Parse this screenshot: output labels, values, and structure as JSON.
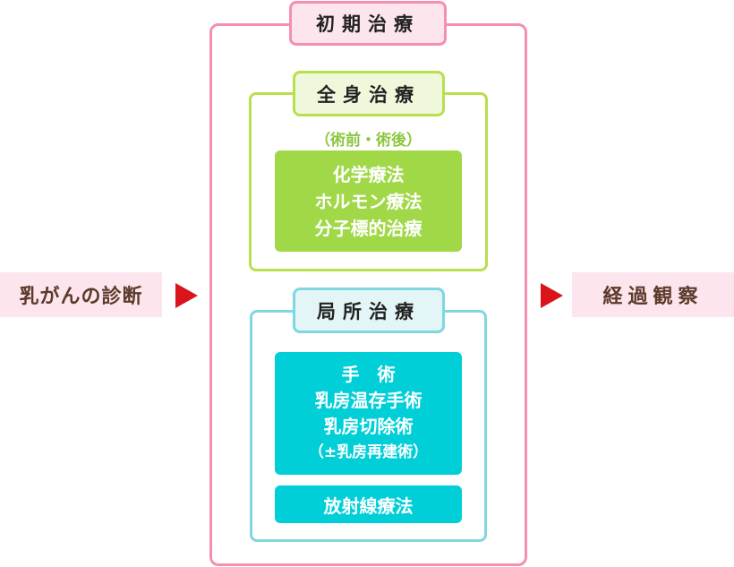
{
  "diagnosis": {
    "label": "乳がんの診断"
  },
  "follow_up": {
    "label": "経過観察"
  },
  "initial_treatment": {
    "title": "初期治療",
    "systemic": {
      "title": "全身治療",
      "subtitle": "（術前・術後）",
      "items": [
        "化学療法",
        "ホルモン療法",
        "分子標的治療"
      ]
    },
    "local": {
      "title": "局所治療",
      "surgery": {
        "items": [
          "手　術",
          "乳房温存手術",
          "乳房切除術",
          "（±乳房再建術）"
        ]
      },
      "radiation": "放射線療法"
    }
  },
  "colors": {
    "pink_border": "#f58fae",
    "pink_fill": "#fde5ee",
    "green_border": "#b8df4e",
    "green_fill": "#a0d848",
    "cyan_border": "#7fd7e0",
    "cyan_fill": "#00cfd8",
    "arrow": "#d9151b"
  }
}
